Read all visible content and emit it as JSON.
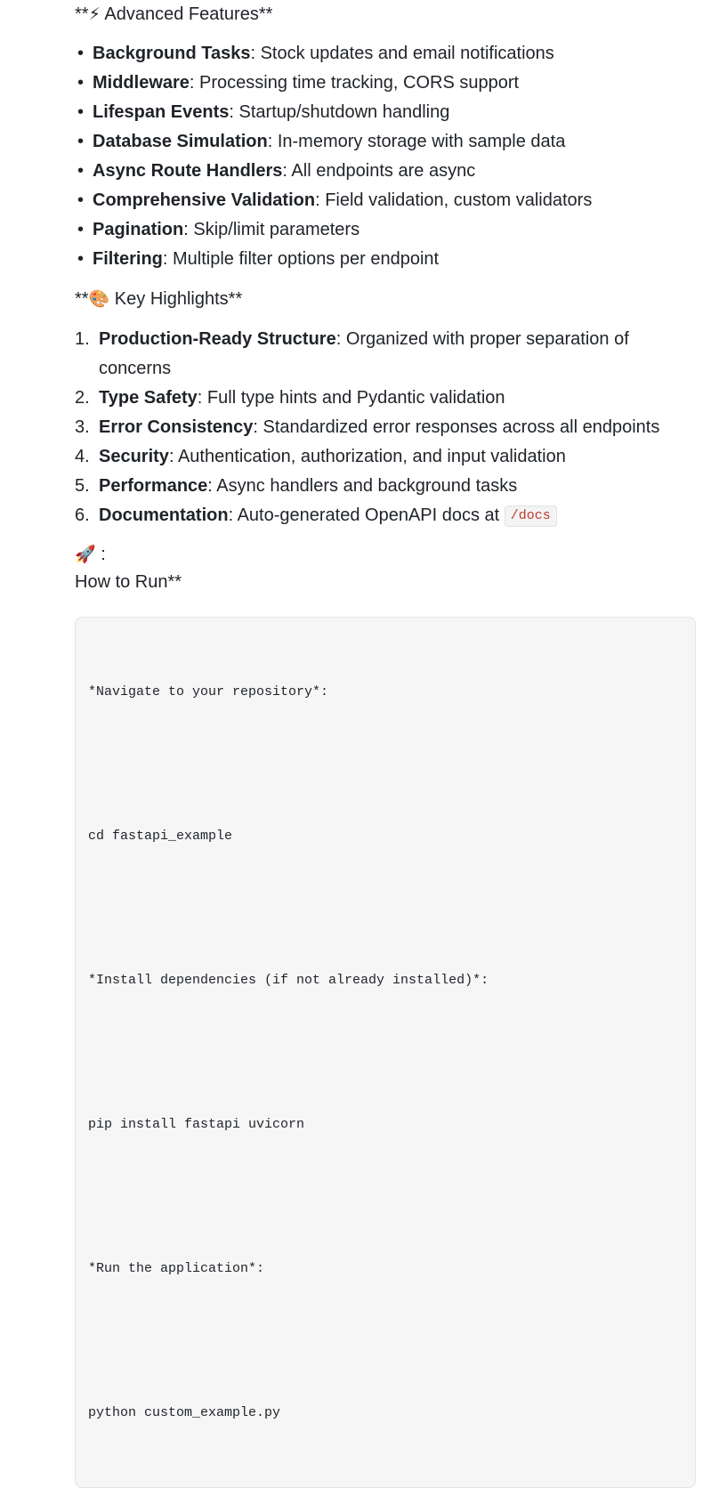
{
  "document": {
    "sections": [
      {
        "id": "advanced-features",
        "emoji": "⚡",
        "emoji_name": "high-voltage-emoji",
        "raw_prefix": "**",
        "title": " Advanced Features",
        "raw_suffix": "**"
      },
      {
        "id": "key-highlights",
        "emoji": "🎨",
        "emoji_name": "artist-palette-emoji",
        "raw_prefix": "**",
        "title": " Key Highlights",
        "raw_suffix": "**"
      }
    ],
    "features": [
      {
        "label": "Background Tasks",
        "sep": ": ",
        "text": "Stock updates and email notifications"
      },
      {
        "label": "Middleware",
        "sep": ": ",
        "text": "Processing time tracking, CORS support"
      },
      {
        "label": "Lifespan Events",
        "sep": ": ",
        "text": "Startup/shutdown handling"
      },
      {
        "label": "Database Simulation",
        "sep": ": ",
        "text": "In-memory storage with sample data"
      },
      {
        "label": "Async Route Handlers",
        "sep": ": ",
        "text": "All endpoints are async"
      },
      {
        "label": "Comprehensive Validation",
        "sep": ": ",
        "text": "Field validation, custom validators"
      },
      {
        "label": "Pagination",
        "sep": ": ",
        "text": "Skip/limit parameters"
      },
      {
        "label": "Filtering",
        "sep": ": ",
        "text": "Multiple filter options per endpoint"
      }
    ],
    "highlights": [
      {
        "num": "1.",
        "label": "Production-Ready Structure",
        "sep": ": ",
        "text": "Organized with proper separation of concerns",
        "code": ""
      },
      {
        "num": "2.",
        "label": "Type Safety",
        "sep": ": ",
        "text": "Full type hints and Pydantic validation",
        "code": ""
      },
      {
        "num": "3.",
        "label": "Error Consistency",
        "sep": ": ",
        "text": "Standardized error responses across all endpoints",
        "code": ""
      },
      {
        "num": "4.",
        "label": "Security",
        "sep": ": ",
        "text": "Authentication, authorization, and input validation",
        "code": ""
      },
      {
        "num": "5.",
        "label": "Performance",
        "sep": ": ",
        "text": "Async handlers and background tasks",
        "code": ""
      },
      {
        "num": "6.",
        "label": "Documentation",
        "sep": ": ",
        "text": "Auto-generated OpenAPI docs at ",
        "code": "/docs"
      }
    ],
    "how_to_run": {
      "emoji": "🚀",
      "emoji_name": "rocket-emoji",
      "colon": " :",
      "heading": "How to Run**"
    },
    "code_block": {
      "lines": [
        "*Navigate to your repository*:",
        "",
        "cd fastapi_example",
        "",
        "*Install dependencies (if not already installed)*:",
        "",
        "pip install fastapi uvicorn",
        "",
        "*Run the application*:",
        "",
        "python custom_example.py"
      ]
    },
    "colors": {
      "text": "#1f2328",
      "code_text": "#c0392f",
      "code_bg": "#f6f6f6",
      "code_border": "#e4e5e6",
      "page_bg": "#ffffff"
    }
  }
}
